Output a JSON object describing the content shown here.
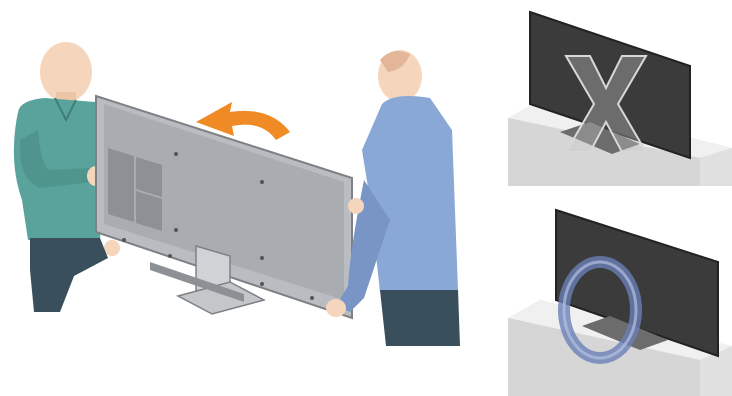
{
  "illustration": {
    "left_scene": "two-people-carrying-tv",
    "right_top_panel": {
      "mark": "X",
      "meaning": "incorrect-placement"
    },
    "right_bottom_panel": {
      "mark": "O",
      "meaning": "correct-placement"
    }
  },
  "colors": {
    "shirt_green": "#5aa39c",
    "shirt_blue": "#8aa8d6",
    "pants_dark": "#3a4f5c",
    "skin": "#f6d5bd",
    "tv_back": "#b9bdc1",
    "tv_dark": "#3b3b3b",
    "arrow_orange": "#f08a24",
    "cabinet_light": "#e6e6e6",
    "ring_blue": "#6a80b8"
  }
}
